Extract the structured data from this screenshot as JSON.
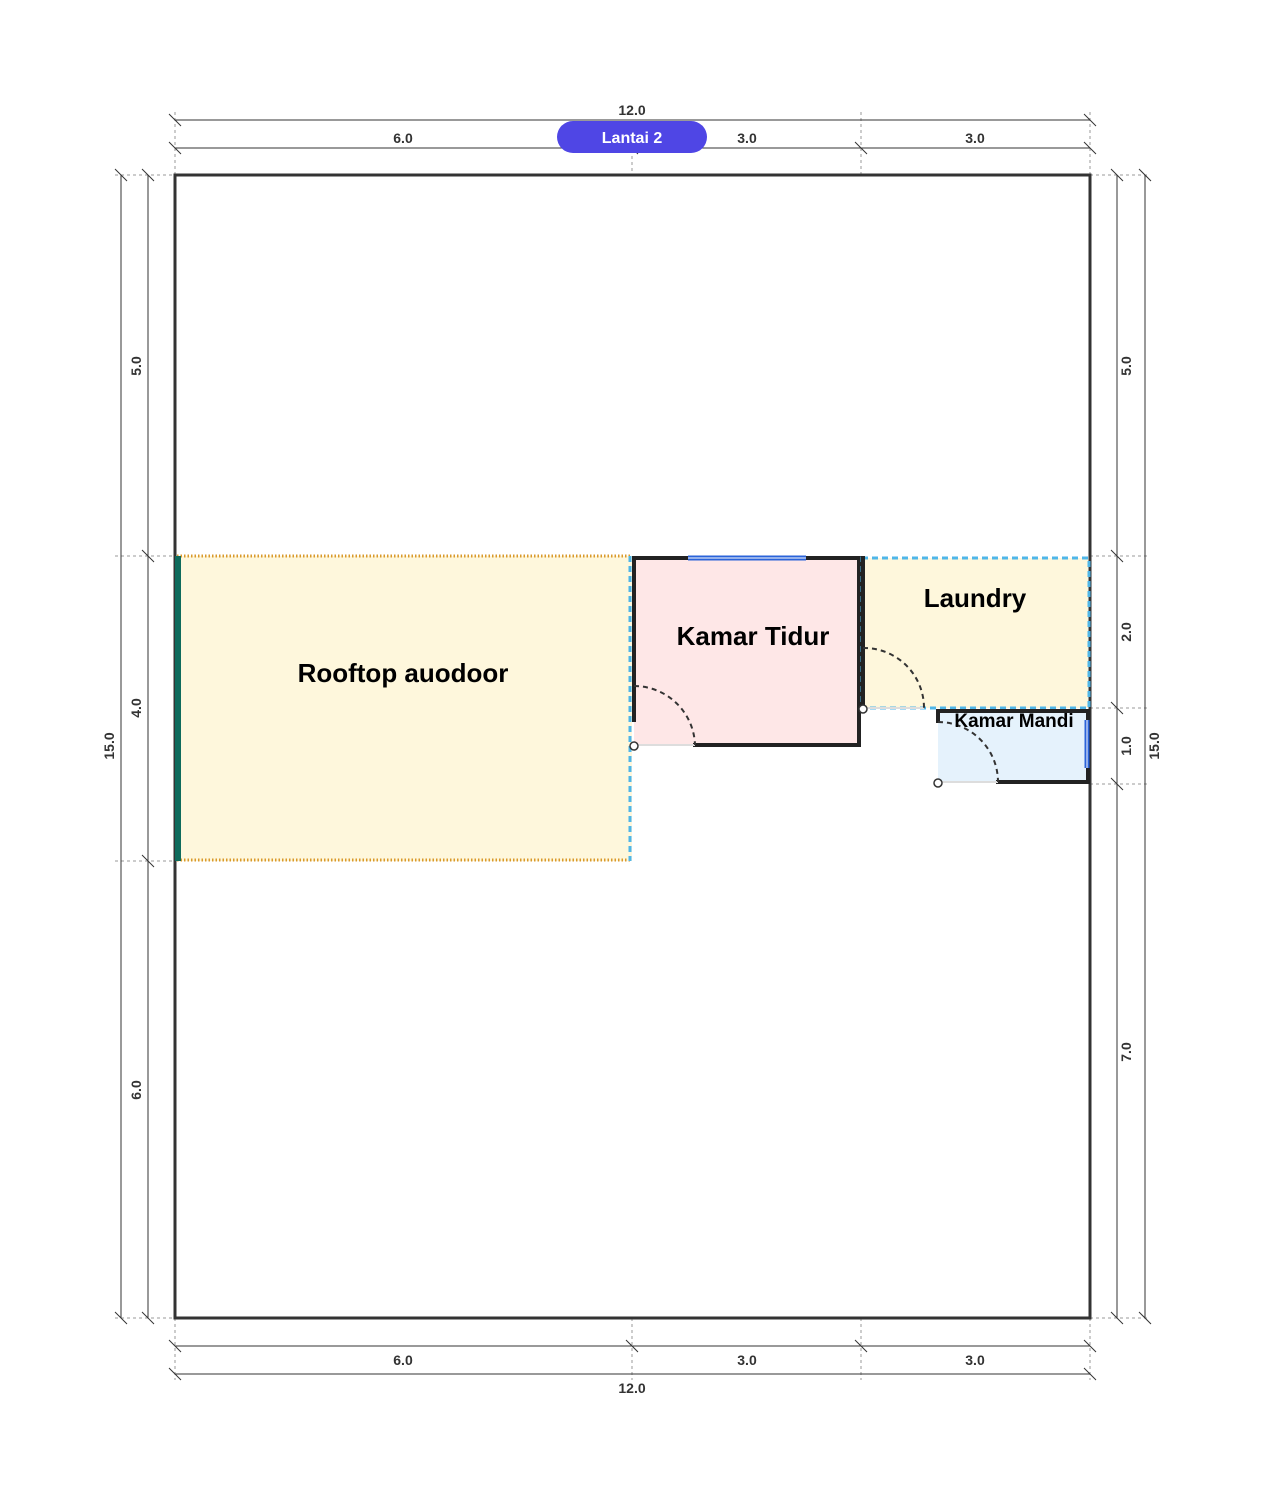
{
  "badge": {
    "label": "Lantai 2",
    "color": "#4F46E5"
  },
  "rooms": {
    "rooftop": {
      "label": "Rooftop auodoor",
      "fill": "#FEF7DC"
    },
    "bedroom": {
      "label": "Kamar Tidur",
      "fill": "#FEE7E7"
    },
    "laundry": {
      "label": "Laundry",
      "fill": "#FEF7DC"
    },
    "bathroom": {
      "label": "Kamar Mandi",
      "fill": "#E5F2FC"
    }
  },
  "dimensions": {
    "top_total": "12.0",
    "top_segments": [
      "6.0",
      "3.0",
      "3.0"
    ],
    "bottom_segments": [
      "6.0",
      "3.0",
      "3.0"
    ],
    "bottom_total": "12.0",
    "left_total": "15.0",
    "left_segments": [
      "5.0",
      "4.0",
      "6.0"
    ],
    "right_segments": [
      "5.0",
      "2.0",
      "1.0",
      "7.0"
    ],
    "right_total": "15.0"
  },
  "colors": {
    "wall": "#222222",
    "window": "#2B63D9",
    "open_edge": "#4FB6E8",
    "railing": "#D99A2B",
    "green_wall": "#0F6B5C"
  }
}
